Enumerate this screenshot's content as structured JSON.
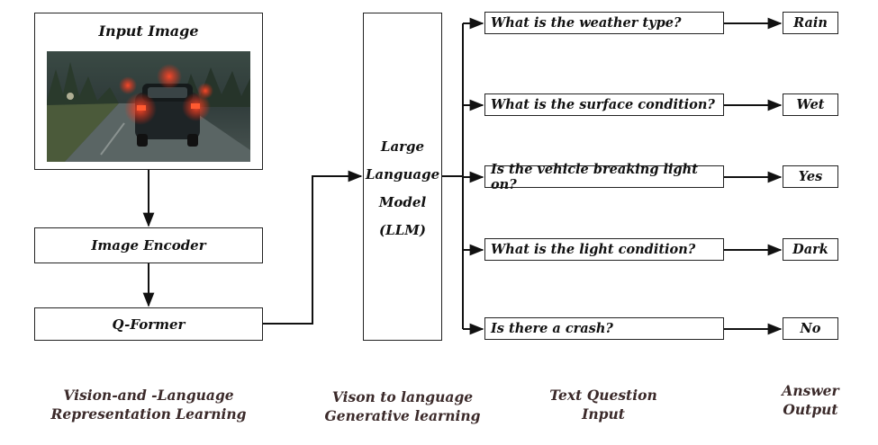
{
  "input_image": {
    "title": "Input Image",
    "scene": "dark-rainy-road-car-taillights"
  },
  "encoder": {
    "label": "Image Encoder"
  },
  "qformer": {
    "label": "Q-Former"
  },
  "llm": {
    "lines": [
      "Large",
      "Language",
      "Model",
      "(LLM)"
    ]
  },
  "questions": [
    {
      "question": "What is the weather type?",
      "answer": "Rain"
    },
    {
      "question": "What is the surface condition?",
      "answer": "Wet"
    },
    {
      "question": "Is the vehicle breaking light on?",
      "answer": "Yes"
    },
    {
      "question": "What is the light condition?",
      "answer": "Dark"
    },
    {
      "question": "Is there a crash?",
      "answer": "No"
    }
  ],
  "captions": {
    "representation": [
      "Vision-and -Language",
      "Representation Learning"
    ],
    "generative": [
      "Vison to language",
      "Generative learning"
    ],
    "text_question": [
      "Text Question",
      "Input"
    ],
    "answer_output": [
      "Answer",
      "Output"
    ]
  },
  "colors": {
    "line": "#111111",
    "caption": "#3b2a2a"
  }
}
